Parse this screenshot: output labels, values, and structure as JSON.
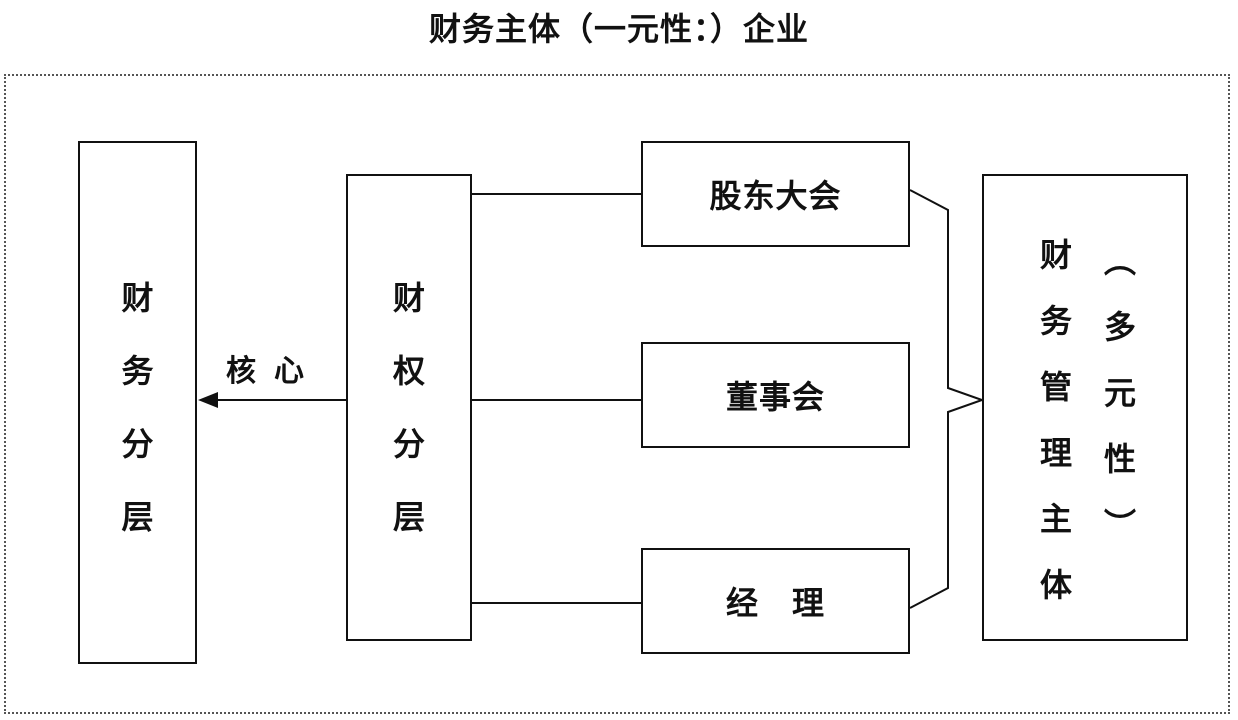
{
  "title": "财务主体（一元性：）企业",
  "boxes": {
    "finance_layer": "财\n务\n分\n层",
    "rights_layer": "财\n权\n分\n层",
    "shareholders": "股东大会",
    "board": "董事会",
    "manager": "经　理",
    "mgmt_subject_main": "财\n务\n管\n理\n主\n体",
    "mgmt_subject_paren": "︵\n多\n元\n性\n︶"
  },
  "arrow_label": "核心"
}
